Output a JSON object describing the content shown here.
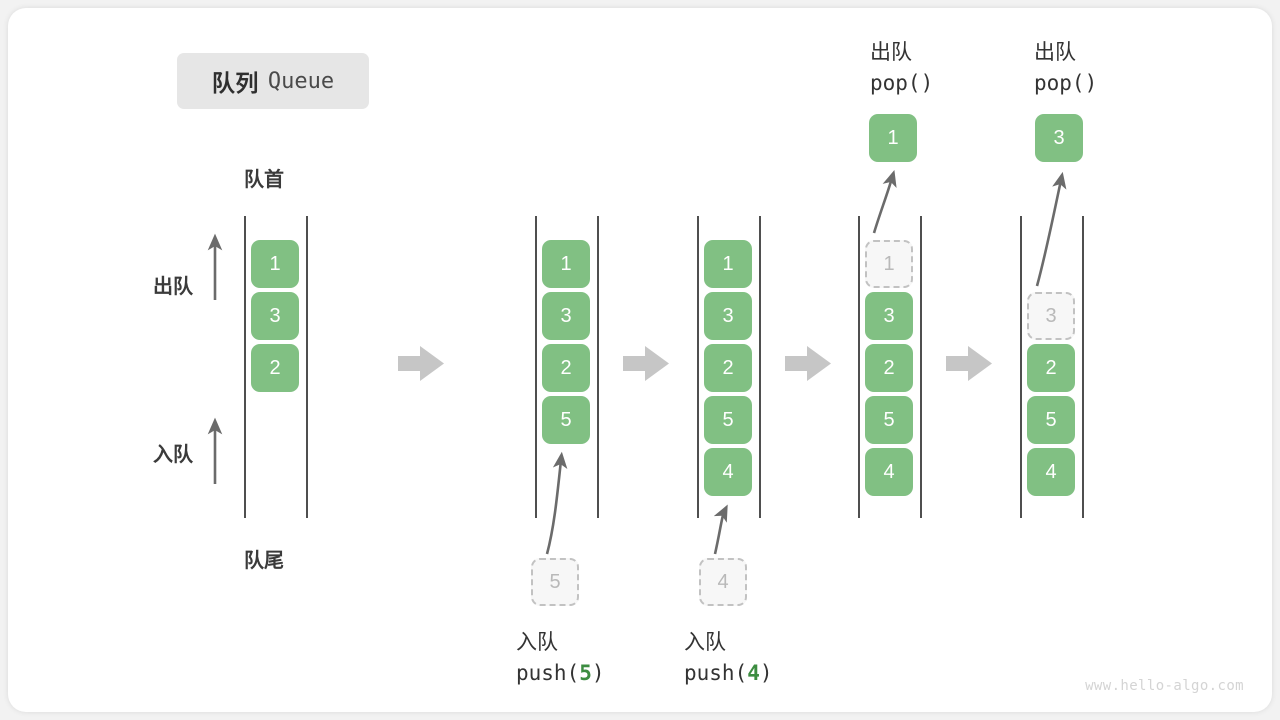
{
  "page": {
    "background": "#f2f2f2",
    "card_background": "#ffffff",
    "accent_green": "#81c083",
    "label_green": "#3c8c40",
    "rail_color": "#4f4f4f",
    "arrow_gray": "#c6c6c6",
    "watermark": "www.hello-algo.com"
  },
  "title": {
    "cn": "队列",
    "en": "Queue"
  },
  "labels": {
    "head": "队首",
    "tail": "队尾",
    "dequeue": "出队",
    "enqueue": "入队"
  },
  "stages": [
    {
      "id": "initial",
      "cells": [
        "1",
        "3",
        "2"
      ],
      "ghost": null,
      "caption": null
    },
    {
      "id": "push-5",
      "cells": [
        "1",
        "3",
        "2",
        "5"
      ],
      "ghost": {
        "value": "5",
        "position": "below"
      },
      "caption": {
        "line1": "入队",
        "fn": "push(",
        "arg": "5",
        "close": ")"
      }
    },
    {
      "id": "push-4",
      "cells": [
        "1",
        "3",
        "2",
        "5",
        "4"
      ],
      "ghost": {
        "value": "4",
        "position": "below"
      },
      "caption": {
        "line1": "入队",
        "fn": "push(",
        "arg": "4",
        "close": ")"
      }
    },
    {
      "id": "pop-1",
      "cells": [
        "3",
        "2",
        "5",
        "4"
      ],
      "ghost": {
        "value": "1",
        "position": "top"
      },
      "popped": "1",
      "caption_top": {
        "line1": "出队",
        "line2": "pop()"
      }
    },
    {
      "id": "pop-3",
      "cells": [
        "2",
        "5",
        "4"
      ],
      "ghost": {
        "value": "3",
        "position": "slot2"
      },
      "popped": "3",
      "caption_top": {
        "line1": "出队",
        "line2": "pop()"
      }
    }
  ]
}
